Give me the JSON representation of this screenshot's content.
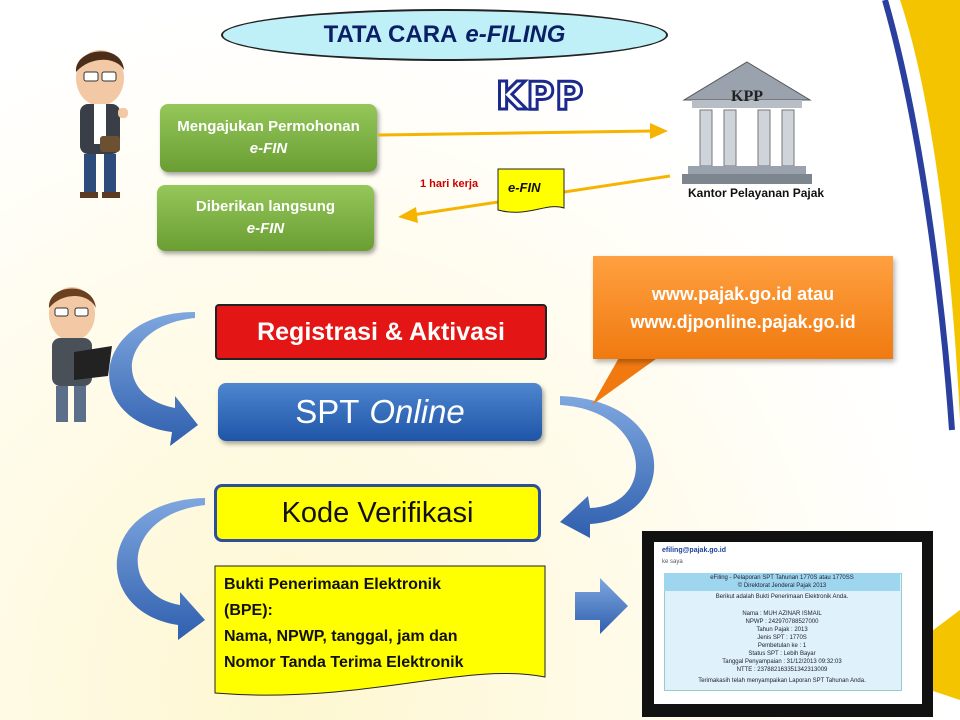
{
  "title": {
    "main": "TATA CARA",
    "italic": "e-FILING"
  },
  "kpp_logo_text": "KPP",
  "building": {
    "sign": "KPP",
    "label": "Kantor Pelayanan Pajak"
  },
  "steps_top": [
    {
      "line1": "Mengajukan Permohonan",
      "line2": "e-FIN"
    },
    {
      "line1": "Diberikan langsung",
      "line2": "e-FIN"
    }
  ],
  "note_time": "1  hari kerja",
  "note_efin": "e-FIN",
  "flow": {
    "registrasi": "Registrasi & Aktivasi",
    "spt_main": "SPT",
    "spt_italic": "Online",
    "kode": "Kode Verifikasi"
  },
  "callout": {
    "line1": "www.pajak.go.id atau",
    "line2": "www.djponline.pajak.go.id"
  },
  "bpe": {
    "line1": "Bukti Penerimaan Elektronik",
    "line2": "(BPE):",
    "line3": "Nama, NPWP, tanggal, jam dan",
    "line4": "Nomor Tanda Terima Elektronik"
  },
  "email": {
    "from": "efiling@pajak.go.id",
    "to": "ke saya",
    "header1": "eFiling - Pelaporan SPT Tahunan 1770S atau 1770SS",
    "header2": "© Direktorat Jenderal Pajak 2013",
    "intro": "Berikut adalah Bukti Penerimaan Elektronik Anda.",
    "lines": [
      "Nama : MUH AZINAR ISMAIL",
      "NPWP : 242970788527000",
      "Tahun Pajak : 2013",
      "Jenis SPT : 1770S",
      "Pembetulan ke : 1",
      "Status SPT : Lebih Bayar",
      "Tanggal Penyampaian : 31/12/2013 09:32:03",
      "NTTE : 237882163351342313009"
    ],
    "footer": "Terimakasih telah menyampaikan Laporan SPT Tahunan Anda."
  },
  "colors": {
    "accent_yellow": "#ffcc00",
    "border_blue": "#1b2a8c",
    "red": "#e41515",
    "orange": "#f07a10",
    "green": "#6a9e33",
    "blue": "#1e55a8"
  }
}
